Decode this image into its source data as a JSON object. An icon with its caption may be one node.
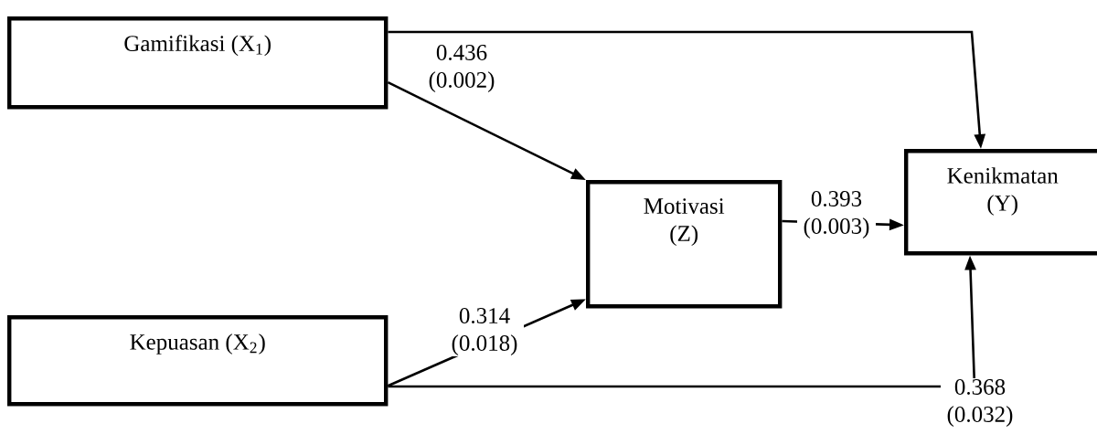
{
  "diagram": {
    "nodes": [
      {
        "text": [
          "Gamifikasi (X$_{1}$)"
        ]
      },
      {
        "text": [
          "Kepuasan (X$_{2}$)"
        ]
      },
      {
        "text": [
          "Motivasi (Z)"
        ]
      },
      {
        "text": [
          "Kenikmatan (Y)"
        ]
      }
    ],
    "edges": [
      {
        "from": 0,
        "to": 2,
        "arrow": "to",
        "label": "0.436 (0.002)"
      },
      {
        "from": 0,
        "to": 3,
        "arrow": "to"
      },
      {
        "from": 1,
        "to": 2,
        "arrow": "to",
        "label": "0.314 (0.018)"
      },
      {
        "from": 2,
        "to": 3,
        "arrow": "to",
        "label": "0.393 (0.003)"
      },
      {
        "from": 1,
        "to": 3,
        "arrow": "to",
        "label": "0.368 (0.032)"
      }
    ]
  }
}
